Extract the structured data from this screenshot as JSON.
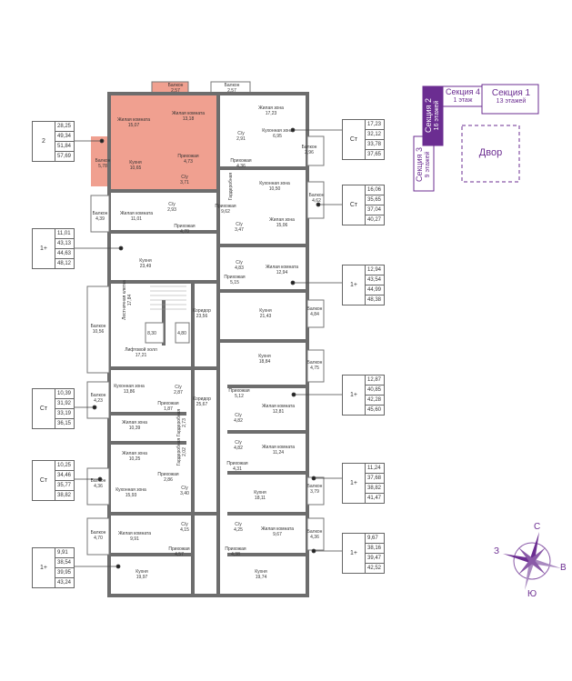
{
  "apartments_left": [
    {
      "type": "2",
      "areas": [
        "28,25",
        "49,34",
        "51,84",
        "57,69"
      ]
    },
    {
      "type": "1+",
      "areas": [
        "11,01",
        "43,13",
        "44,63",
        "48,12"
      ]
    },
    {
      "type": "Ст",
      "areas": [
        "10,39",
        "31,92",
        "33,19",
        "36,15"
      ]
    },
    {
      "type": "Ст",
      "areas": [
        "10,25",
        "34,46",
        "35,77",
        "38,82"
      ]
    },
    {
      "type": "1+",
      "areas": [
        "9,91",
        "38,54",
        "39,95",
        "43,24"
      ]
    }
  ],
  "apartments_right": [
    {
      "type": "Ст",
      "areas": [
        "17,23",
        "32,12",
        "33,78",
        "37,65"
      ]
    },
    {
      "type": "Ст",
      "areas": [
        "16,06",
        "35,65",
        "37,04",
        "40,27"
      ]
    },
    {
      "type": "1+",
      "areas": [
        "12,94",
        "43,54",
        "44,99",
        "48,38"
      ]
    },
    {
      "type": "1+",
      "areas": [
        "12,87",
        "40,85",
        "42,28",
        "45,60"
      ]
    },
    {
      "type": "1+",
      "areas": [
        "11,24",
        "37,68",
        "38,82",
        "41,47"
      ]
    },
    {
      "type": "1+",
      "areas": [
        "9,67",
        "38,16",
        "39,47",
        "42,52"
      ]
    }
  ],
  "rooms": [
    {
      "name": "Балкон",
      "area": "2,57"
    },
    {
      "name": "Балкон",
      "area": "2,57"
    },
    {
      "name": "Жилая комната",
      "area": "15,07"
    },
    {
      "name": "Жилая комната",
      "area": "13,18"
    },
    {
      "name": "Балкон",
      "area": "5,78"
    },
    {
      "name": "Кухня",
      "area": "10,65"
    },
    {
      "name": "Прихожая",
      "area": "4,73"
    },
    {
      "name": "С/у",
      "area": "3,71"
    },
    {
      "name": "Жилая зона",
      "area": "17,23"
    },
    {
      "name": "С/у",
      "area": "2,91"
    },
    {
      "name": "Кухонная зона",
      "area": "6,95"
    },
    {
      "name": "Прихожая",
      "area": "4,36"
    },
    {
      "name": "Балкон",
      "area": "2,96"
    },
    {
      "name": "Кухонная зона",
      "area": "10,50"
    },
    {
      "name": "Гардеробная",
      "area": ""
    },
    {
      "name": "Балкон",
      "area": "4,62"
    },
    {
      "name": "Прихожая",
      "area": "9,62"
    },
    {
      "name": "Жилая зона",
      "area": "15,06"
    },
    {
      "name": "С/у",
      "area": "3,47"
    },
    {
      "name": "С/у",
      "area": "4,83"
    },
    {
      "name": "Жилая комната",
      "area": "12,94"
    },
    {
      "name": "Прихожая",
      "area": "5,15"
    },
    {
      "name": "Балкон",
      "area": "4,39"
    },
    {
      "name": "Жилая комната",
      "area": "11,01"
    },
    {
      "name": "С/у",
      "area": "2,93"
    },
    {
      "name": "Прихожая",
      "area": "4,70"
    },
    {
      "name": "Кухня",
      "area": "23,49"
    },
    {
      "name": "Лестничная клетка",
      "area": "17,84"
    },
    {
      "name": "Балкон",
      "area": "10,56"
    },
    {
      "name": "Коридор",
      "area": "23,56"
    },
    {
      "name": "Кухня",
      "area": "21,43"
    },
    {
      "name": "Балкон",
      "area": "4,84"
    },
    {
      "name": "",
      "area": "8,30"
    },
    {
      "name": "",
      "area": "4,80"
    },
    {
      "name": "Лифтовой холл",
      "area": "17,21"
    },
    {
      "name": "Кухня",
      "area": "18,84"
    },
    {
      "name": "Балкон",
      "area": "4,75"
    },
    {
      "name": "Балкон",
      "area": "4,23"
    },
    {
      "name": "Кухонная зона",
      "area": "13,86"
    },
    {
      "name": "С/у",
      "area": "2,87"
    },
    {
      "name": "Прихожая",
      "area": "1,87"
    },
    {
      "name": "Гардеробная",
      "area": "2,73"
    },
    {
      "name": "Коридор",
      "area": "25,67"
    },
    {
      "name": "Прихожая",
      "area": "5,12"
    },
    {
      "name": "Жилая комната",
      "area": "12,81"
    },
    {
      "name": "С/у",
      "area": "4,82"
    },
    {
      "name": "С/у",
      "area": "4,82"
    },
    {
      "name": "Жилая зона",
      "area": "10,39"
    },
    {
      "name": "Жилая зона",
      "area": "10,25"
    },
    {
      "name": "Гардеробная",
      "area": "2,02"
    },
    {
      "name": "Жилая комната",
      "area": "11,24"
    },
    {
      "name": "Прихожая",
      "area": "4,31"
    },
    {
      "name": "Прихожая",
      "area": "2,86"
    },
    {
      "name": "Балкон",
      "area": "4,36"
    },
    {
      "name": "Кухонная зона",
      "area": "15,93"
    },
    {
      "name": "С/у",
      "area": "3,40"
    },
    {
      "name": "Кухня",
      "area": "18,11"
    },
    {
      "name": "Балкон",
      "area": "3,79"
    },
    {
      "name": "Балкон",
      "area": "4,70"
    },
    {
      "name": "Жилая комната",
      "area": "9,91"
    },
    {
      "name": "С/у",
      "area": "4,15"
    },
    {
      "name": "С/у",
      "area": "4,25"
    },
    {
      "name": "Жилая комната",
      "area": "9,67"
    },
    {
      "name": "Балкон",
      "area": "4,36"
    },
    {
      "name": "Прихожая",
      "area": "4,57"
    },
    {
      "name": "Прихожая",
      "area": "4,38"
    },
    {
      "name": "Кухня",
      "area": "19,97"
    },
    {
      "name": "Кухня",
      "area": "19,74"
    }
  ],
  "key_map": {
    "section4": {
      "name": "Секция 4",
      "floors": "1 этаж"
    },
    "section1": {
      "name": "Секция 1",
      "floors": "13 этажей"
    },
    "section2": {
      "name": "Секция 2",
      "floors": "16 этажей"
    },
    "section3": {
      "name": "Секция 3",
      "floors": "9 этажей"
    },
    "yard": "Двор"
  },
  "compass": {
    "n": "С",
    "s": "Ю",
    "w": "З",
    "e": "В"
  },
  "colors": {
    "highlight": "#f0a090",
    "accent": "#6b2d91",
    "wall": "#6d6d6d"
  }
}
